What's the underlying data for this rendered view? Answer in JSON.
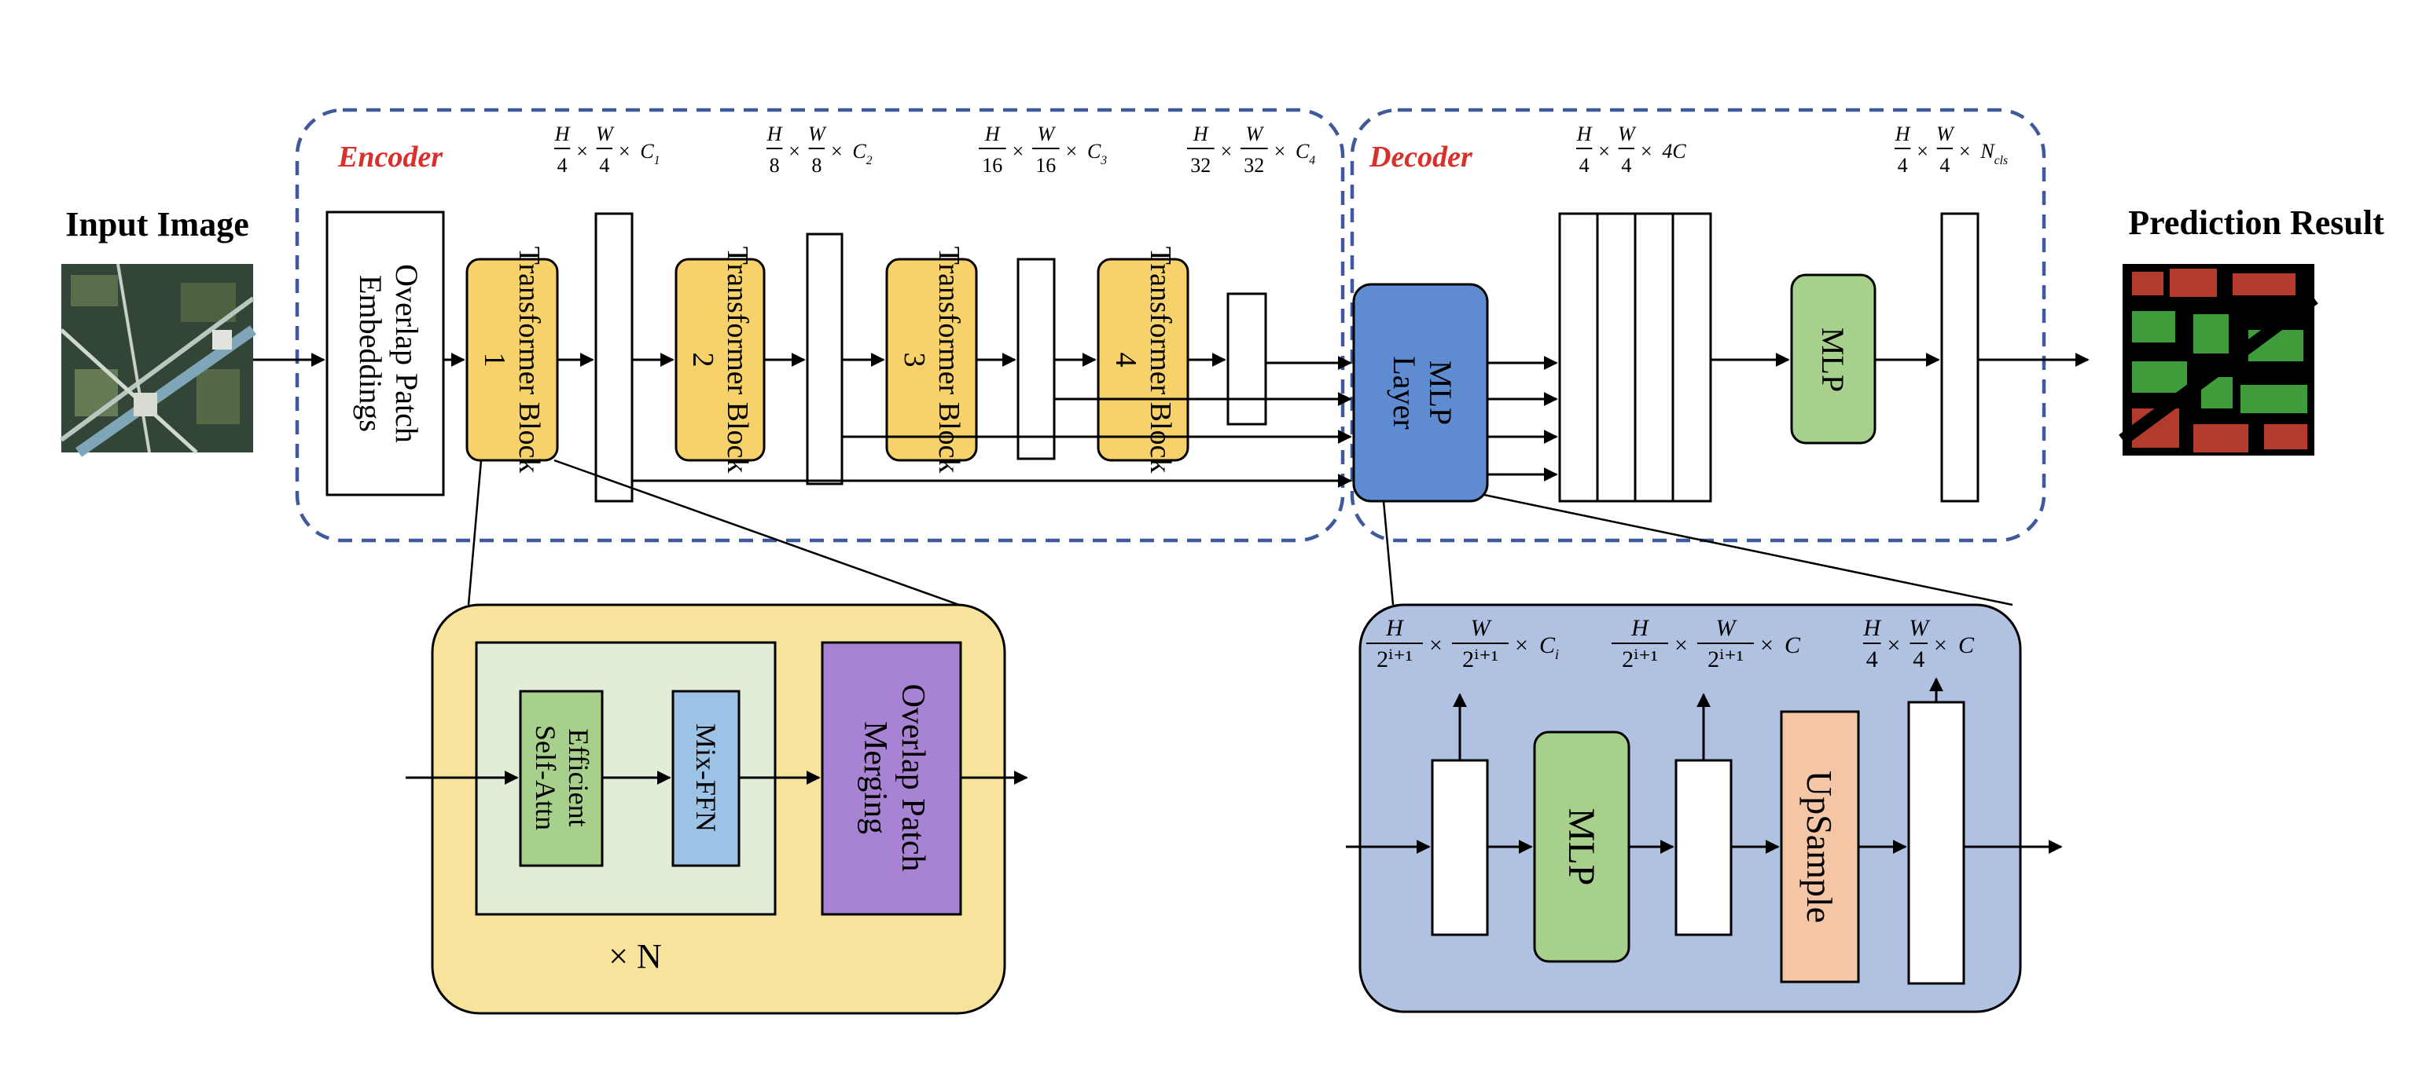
{
  "labels": {
    "input_image": "Input Image",
    "prediction_result": "Prediction Result",
    "encoder": "Encoder",
    "decoder": "Decoder",
    "overlap_patch_embeddings": "Overlap Patch Embeddings",
    "transformer_block_1": "Transformer Block 1",
    "transformer_block_2": "Transformer Block 2",
    "transformer_block_3": "Transformer Block 3",
    "transformer_block_4": "Transformer Block 4",
    "mlp_layer": "MLP Layer",
    "mlp_decoder": "MLP",
    "efficient_self_attn": "Efficient Self-Attn",
    "mix_ffn": "Mix-FFN",
    "overlap_patch_merging": "Overlap Patch Merging",
    "times_n": "× N",
    "mlp_detail": "MLP",
    "upsample": "UpSample"
  },
  "shapes": {
    "enc1": {
      "num": "H",
      "den1": "4",
      "num2": "W",
      "den2": "4",
      "tail": "C",
      "sub": "1"
    },
    "enc2": {
      "num": "H",
      "den1": "8",
      "num2": "W",
      "den2": "8",
      "tail": "C",
      "sub": "2"
    },
    "enc3": {
      "num": "H",
      "den1": "16",
      "num2": "W",
      "den2": "16",
      "tail": "C",
      "sub": "3"
    },
    "enc4": {
      "num": "H",
      "den1": "32",
      "num2": "W",
      "den2": "32",
      "tail": "C",
      "sub": "4"
    },
    "dec1": {
      "num": "H",
      "den1": "4",
      "num2": "W",
      "den2": "4",
      "tail": "4C",
      "sub": ""
    },
    "dec2": {
      "num": "H",
      "den1": "4",
      "num2": "W",
      "den2": "4",
      "tail": "N",
      "sub": "cls"
    },
    "det1": {
      "num": "H",
      "den1": "2ⁱ⁺¹",
      "num2": "W",
      "den2": "2ⁱ⁺¹",
      "tail": "C",
      "sub": "i"
    },
    "det2": {
      "num": "H",
      "den1": "2ⁱ⁺¹",
      "num2": "W",
      "den2": "2ⁱ⁺¹",
      "tail": "C",
      "sub": ""
    },
    "det3": {
      "num": "H",
      "den1": "4",
      "num2": "W",
      "den2": "4",
      "tail": "C",
      "sub": ""
    }
  },
  "colors": {
    "dashed_border": "#3f5a9a",
    "section_title": "#d9302b",
    "transformer_fill": "#f7d26a",
    "mlp_layer_fill": "#5f8bd0",
    "mlp_fill": "#a8d08d",
    "detail_left_fill": "#f8e39d",
    "detail_inner_fill": "#e2edd8",
    "mixffn_fill": "#9cc2e5",
    "merging_fill": "#a983d3",
    "detail_right_fill": "#b0c1e2",
    "upsample_fill": "#f5c6a5"
  }
}
